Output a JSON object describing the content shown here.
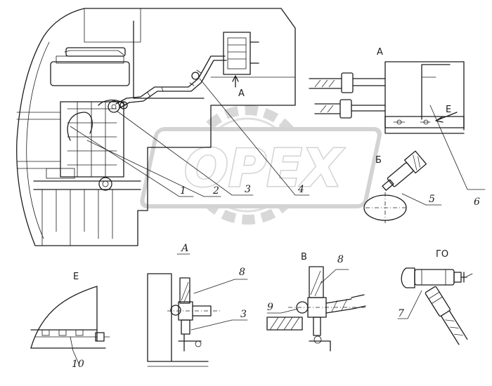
{
  "watermark": {
    "text": "OPEX"
  },
  "callouts": {
    "c1": "1",
    "c2": "2",
    "c3": "3",
    "c4": "4",
    "c5": "5",
    "c6": "6",
    "c7": "7",
    "c8a": "8",
    "c8b": "8",
    "c9": "9",
    "c3b": "3",
    "c10": "10"
  },
  "views": {
    "A_top": "А",
    "A_arrow": "А",
    "B_label": "Б",
    "E_arrow": "Е",
    "E_label": "Е",
    "A_detail": "А",
    "V_detail": "В",
    "GO_detail": "ГО"
  }
}
